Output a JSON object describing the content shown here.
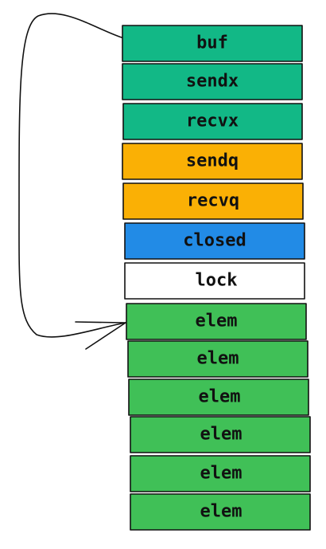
{
  "cells": [
    {
      "label": "buf",
      "color": "#12b886"
    },
    {
      "label": "sendx",
      "color": "#12b886"
    },
    {
      "label": "recvx",
      "color": "#12b886"
    },
    {
      "label": "sendq",
      "color": "#fab005"
    },
    {
      "label": "recvq",
      "color": "#fab005"
    },
    {
      "label": "closed",
      "color": "#228be6"
    },
    {
      "label": "lock",
      "color": "#ffffff"
    },
    {
      "label": "elem",
      "color": "#40c057"
    },
    {
      "label": "elem",
      "color": "#40c057"
    },
    {
      "label": "elem",
      "color": "#40c057"
    },
    {
      "label": "elem",
      "color": "#40c057"
    },
    {
      "label": "elem",
      "color": "#40c057"
    },
    {
      "label": "elem",
      "color": "#40c057"
    }
  ],
  "arrow": {
    "from_cell": 0,
    "to_cell": 7
  }
}
